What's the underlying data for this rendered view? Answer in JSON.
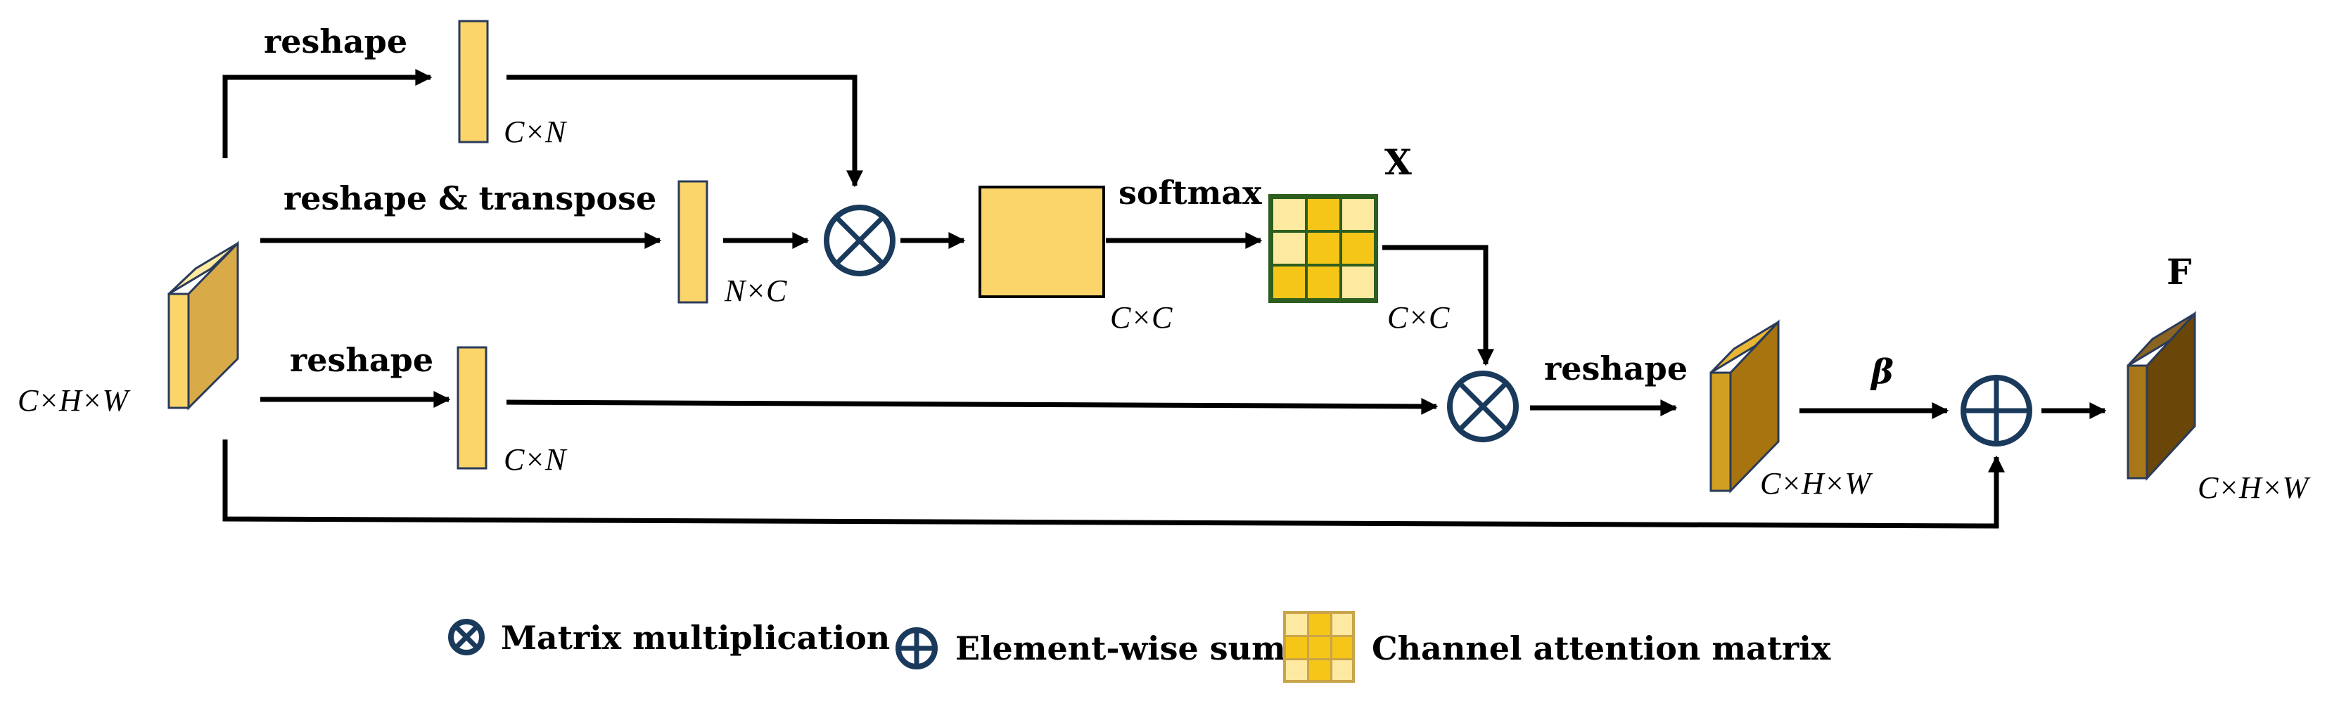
{
  "nodes": {
    "input": {
      "label": "C×H×W"
    },
    "key": {
      "label": "C×N"
    },
    "query": {
      "label": "N×C"
    },
    "value": {
      "label": "C×N"
    },
    "product": {
      "label": "C×C"
    },
    "attention": {
      "label": "C×C",
      "title": "X"
    },
    "reshaped": {
      "label": "C×H×W"
    },
    "output": {
      "label": "C×H×W",
      "title": "F"
    }
  },
  "edges": {
    "top_reshape": "reshape",
    "reshape_transpose": "reshape & transpose",
    "mid_reshape": "reshape",
    "softmax": "softmax",
    "reshape_after_mult": "reshape",
    "beta": "β"
  },
  "legend": {
    "mult": "Matrix multiplication",
    "sum": "Element-wise sum",
    "attn": "Channel attention matrix"
  },
  "colors": {
    "light_yellow": "#fbd56a",
    "gold": "#c99a1e",
    "brown": "#7a5410",
    "grid_border": "#2e5e1f",
    "operator": "#1a3a5c"
  }
}
